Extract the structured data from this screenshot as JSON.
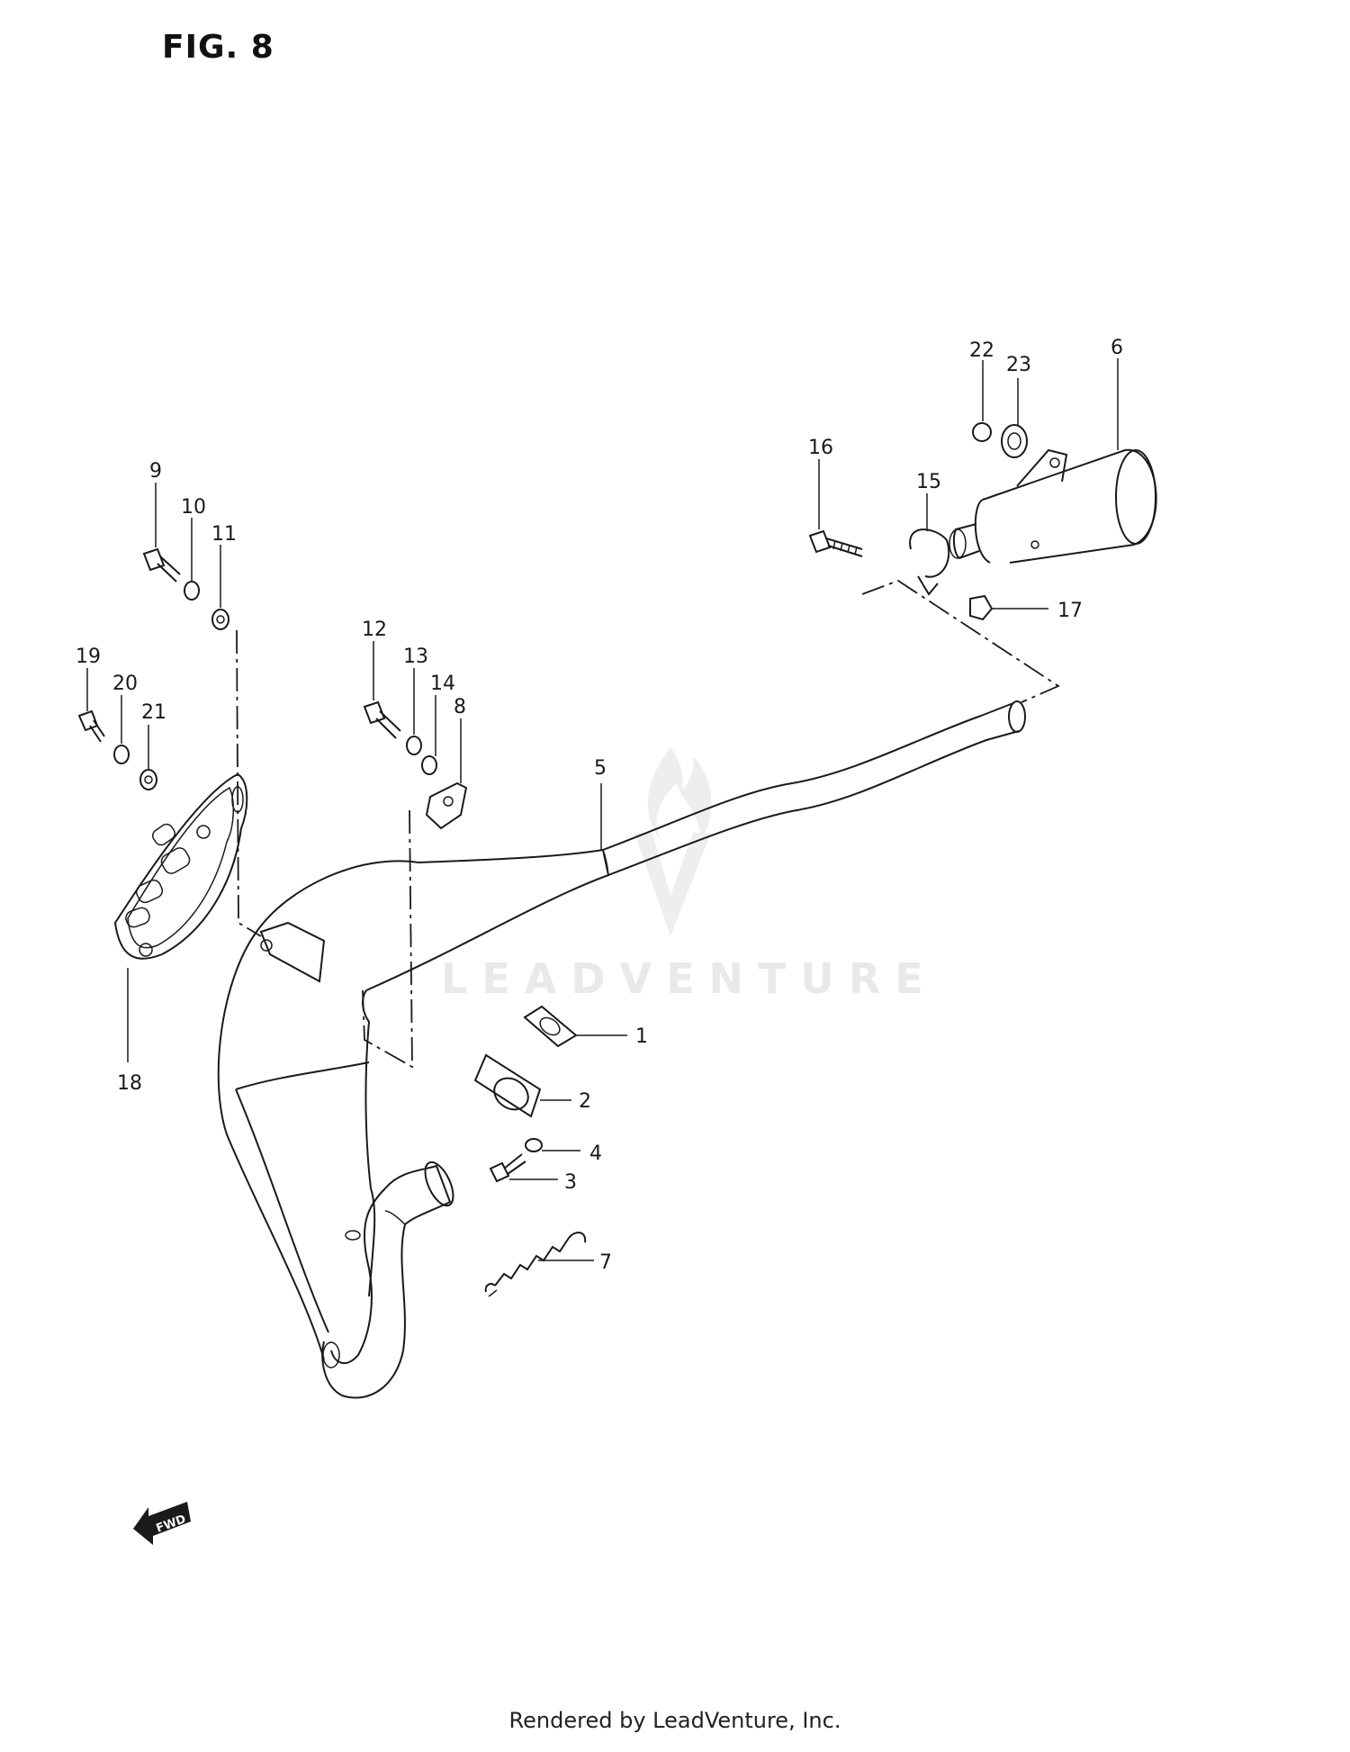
{
  "figure_title": "FIG. 8",
  "watermark": "LEADVENTURE",
  "footer": "Rendered by LeadVenture, Inc.",
  "fwd_badge": "FWD",
  "callouts": [
    "1",
    "2",
    "3",
    "4",
    "5",
    "6",
    "7",
    "8",
    "9",
    "10",
    "11",
    "12",
    "13",
    "14",
    "15",
    "16",
    "17",
    "18",
    "19",
    "20",
    "21",
    "22",
    "23"
  ]
}
